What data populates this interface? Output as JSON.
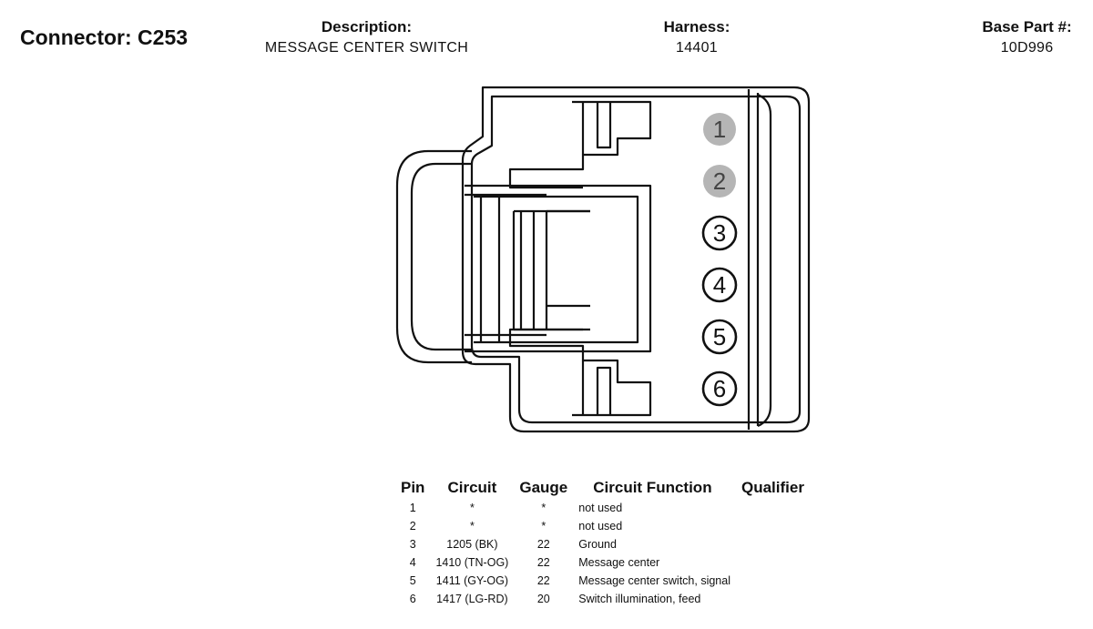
{
  "connector_title": "Connector: C253",
  "description": {
    "label": "Description:",
    "value": "MESSAGE CENTER SWITCH"
  },
  "harness": {
    "label": "Harness:",
    "value": "14401"
  },
  "base_part": {
    "label": "Base Part #:",
    "value": "10D996"
  },
  "pins_diagram": [
    {
      "num": "1",
      "state": "unused"
    },
    {
      "num": "2",
      "state": "unused"
    },
    {
      "num": "3",
      "state": "used"
    },
    {
      "num": "4",
      "state": "used"
    },
    {
      "num": "5",
      "state": "used"
    },
    {
      "num": "6",
      "state": "used"
    }
  ],
  "table": {
    "headers": [
      "Pin",
      "Circuit",
      "Gauge",
      "Circuit Function",
      "Qualifier"
    ],
    "rows": [
      {
        "pin": "1",
        "circuit": "*",
        "gauge": "*",
        "function": "not used",
        "qualifier": ""
      },
      {
        "pin": "2",
        "circuit": "*",
        "gauge": "*",
        "function": "not used",
        "qualifier": ""
      },
      {
        "pin": "3",
        "circuit": "1205 (BK)",
        "gauge": "22",
        "function": "Ground",
        "qualifier": ""
      },
      {
        "pin": "4",
        "circuit": "1410 (TN-OG)",
        "gauge": "22",
        "function": "Message center",
        "qualifier": ""
      },
      {
        "pin": "5",
        "circuit": "1411 (GY-OG)",
        "gauge": "22",
        "function": "Message center switch, signal",
        "qualifier": ""
      },
      {
        "pin": "6",
        "circuit": "1417 (LG-RD)",
        "gauge": "20",
        "function": "Switch illumination, feed",
        "qualifier": ""
      }
    ]
  },
  "colors": {
    "unused_pin_fill": "#b5b5b5",
    "line": "#111111"
  }
}
